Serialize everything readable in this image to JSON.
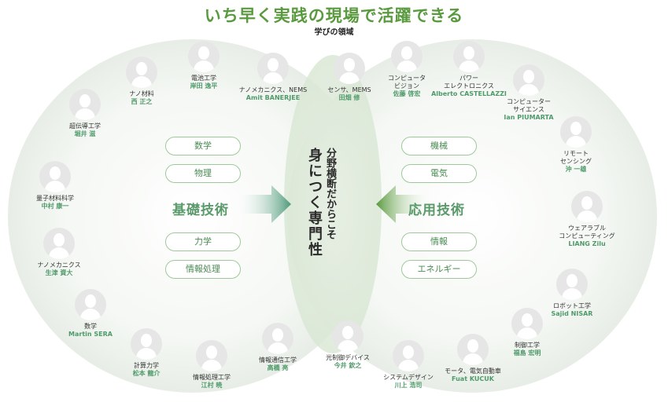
{
  "title": "いち早く実践の現場で活躍できる",
  "subtitle": "学びの領域",
  "center": {
    "line1": "分野横断だからこそ",
    "line2": "身につく専門性"
  },
  "left": {
    "heading": "基礎技術",
    "items": [
      "数学",
      "物理",
      "力学",
      "情報処理"
    ]
  },
  "right": {
    "heading": "応用技術",
    "items": [
      "機械",
      "電気",
      "情報",
      "エネルギー"
    ]
  },
  "colors": {
    "accent": "#5a9a3e",
    "name": "#4f9a6a",
    "pill_border": "#9fc89a"
  },
  "people": [
    {
      "role": "超伝導工学",
      "name": "堀井 滋"
    },
    {
      "role": "ナノ材料",
      "name": "西 正之"
    },
    {
      "role": "電池工学",
      "name": "岸田 逸平"
    },
    {
      "role": "ナノメカニクス、NEMS",
      "name": "Amit BANERJEE"
    },
    {
      "role": "センサ、MEMS",
      "name": "田畑 修"
    },
    {
      "role": "コンピュータ\nビジョン",
      "name": "佐藤 啓宏"
    },
    {
      "role": "パワー\nエレクトロニクス",
      "name": "Alberto CASTELLAZZI"
    },
    {
      "role": "コンピューター\nサイエンス",
      "name": "Ian PIUMARTA"
    },
    {
      "role": "リモート\nセンシング",
      "name": "沖 一雄"
    },
    {
      "role": "量子材料科学",
      "name": "中村 康一"
    },
    {
      "role": "ウェアラブル\nコンピューティング",
      "name": "LIANG Zilu"
    },
    {
      "role": "ナノメカニクス",
      "name": "生津 資大"
    },
    {
      "role": "ロボット工学",
      "name": "Sajid NISAR"
    },
    {
      "role": "数学",
      "name": "Martin SERA"
    },
    {
      "role": "制御工学",
      "name": "福島 宏明"
    },
    {
      "role": "計算力学",
      "name": "松本 龍介"
    },
    {
      "role": "情報処理工学",
      "name": "江村 暁"
    },
    {
      "role": "情報通信工学",
      "name": "高橋 亮"
    },
    {
      "role": "光制御デバイス",
      "name": "今井 欽之"
    },
    {
      "role": "システムデザイン",
      "name": "川上 浩司"
    },
    {
      "role": "モータ、電気自動車",
      "name": "Fuat KUCUK"
    }
  ]
}
